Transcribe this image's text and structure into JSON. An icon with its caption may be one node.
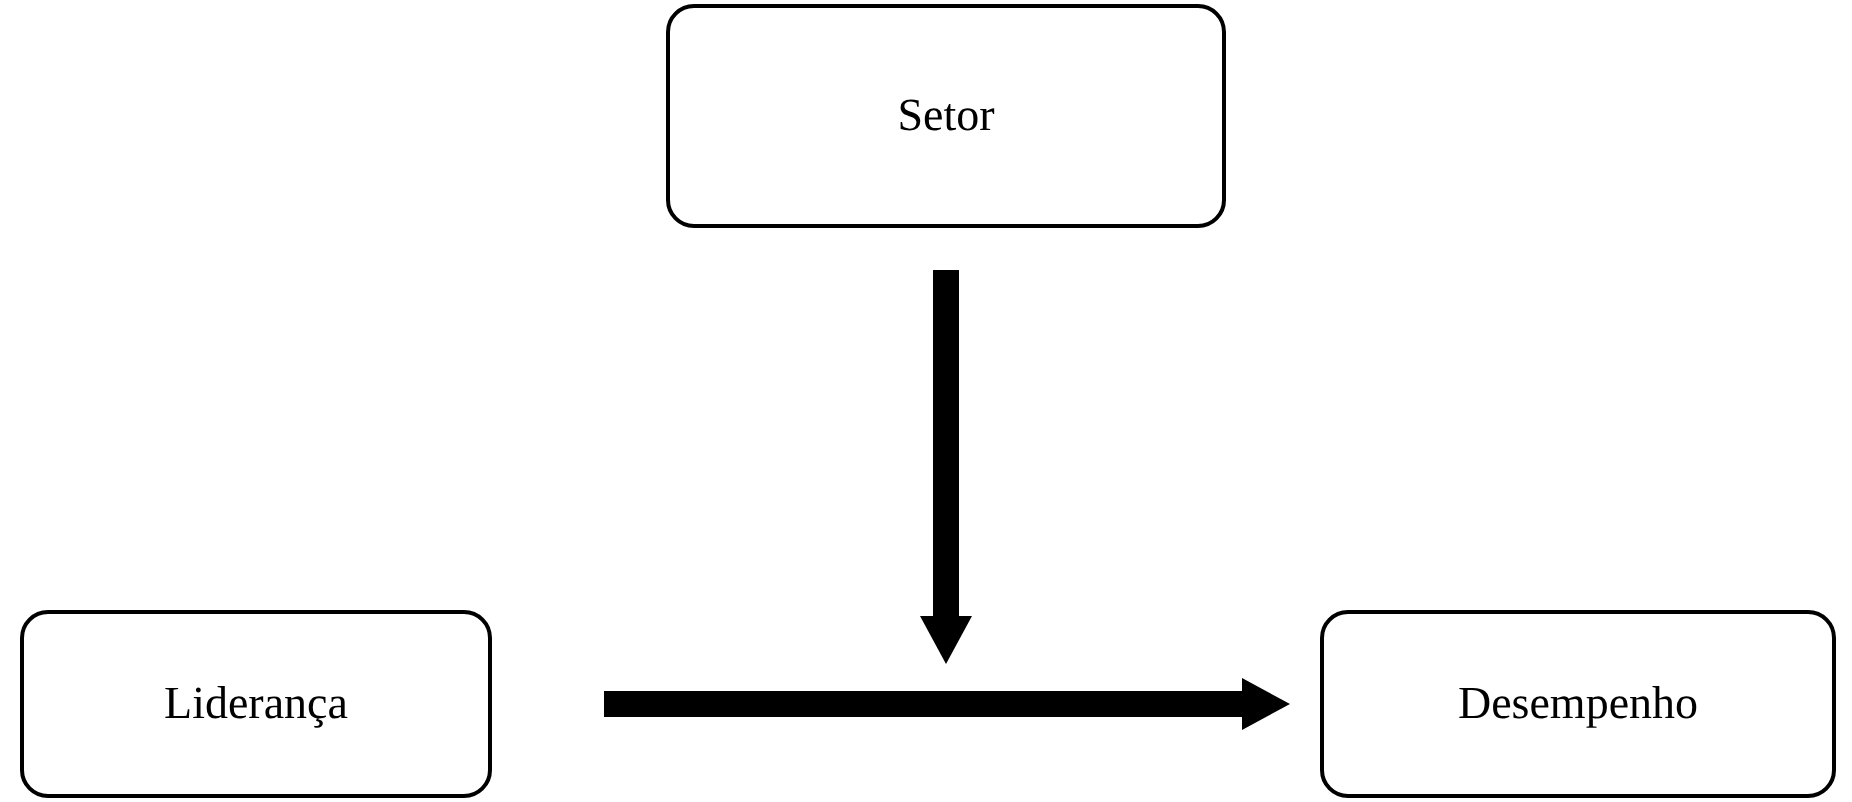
{
  "diagram": {
    "nodes": [
      {
        "text": [
          "Setor"
        ]
      },
      {
        "text": [
          "Liderança"
        ]
      },
      {
        "text": [
          "Desempenho"
        ]
      }
    ],
    "edges": [
      {
        "from": 0,
        "to": null,
        "arrow": "to"
      },
      {
        "from": 1,
        "to": 2,
        "arrow": "to"
      }
    ]
  }
}
